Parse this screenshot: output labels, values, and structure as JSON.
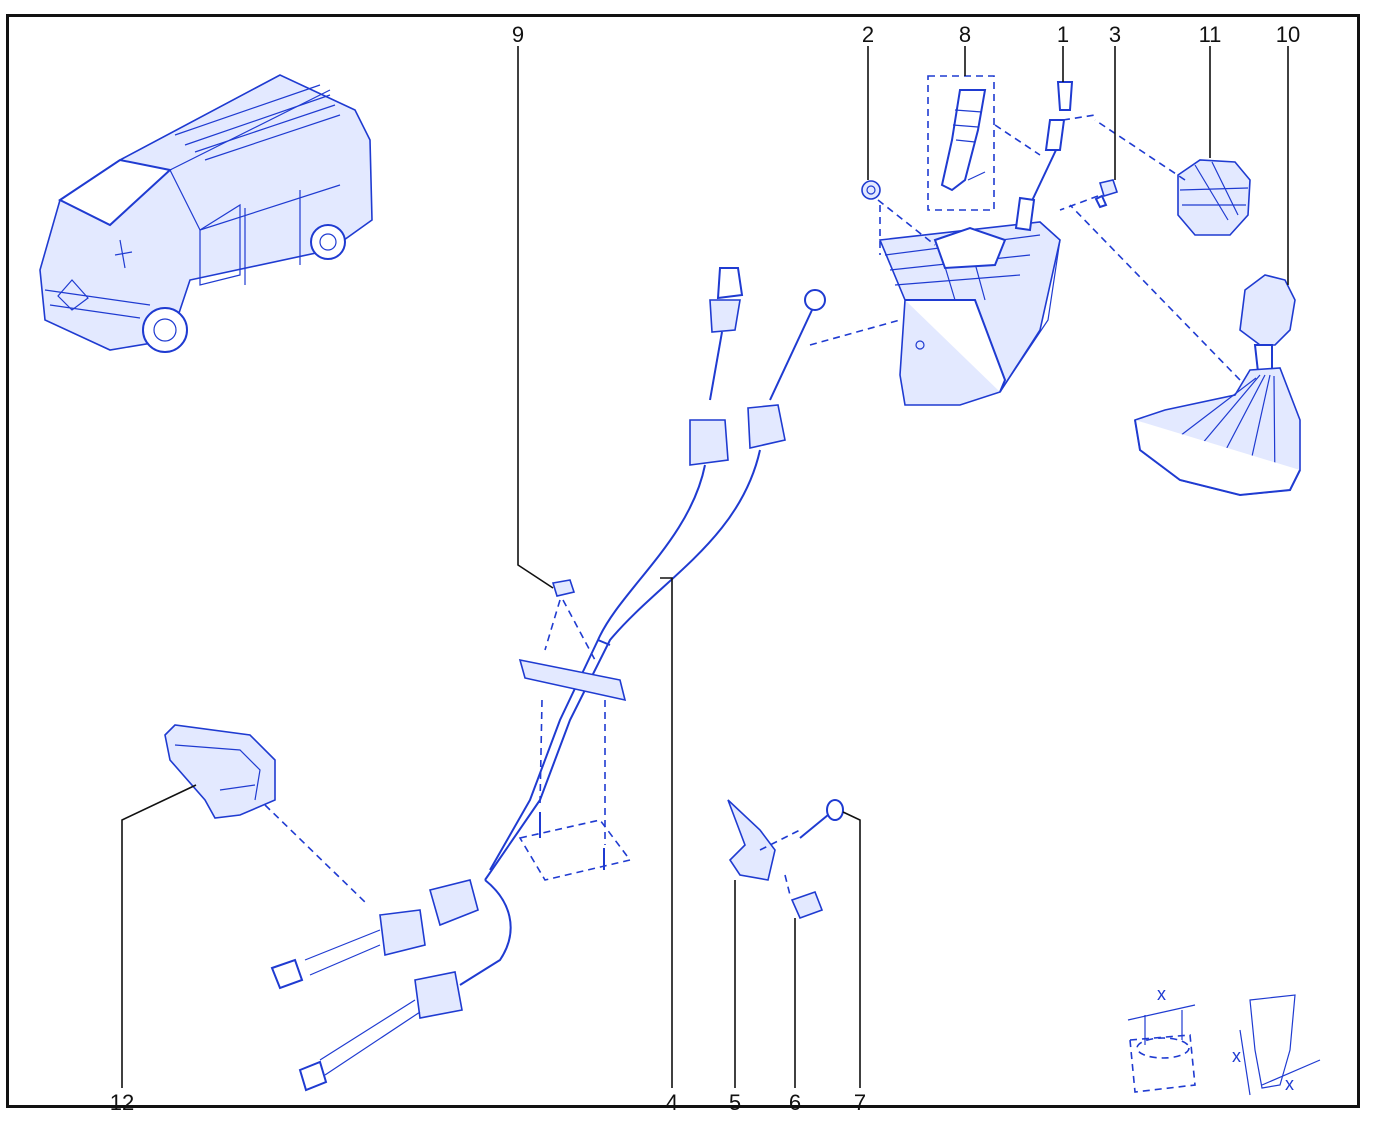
{
  "diagram": {
    "line_color": "#1f3bd1",
    "fill_color": "#e3e9ff",
    "callouts": [
      {
        "id": "c1",
        "label": "1"
      },
      {
        "id": "c2",
        "label": "2"
      },
      {
        "id": "c3",
        "label": "3"
      },
      {
        "id": "c4",
        "label": "4"
      },
      {
        "id": "c5",
        "label": "5"
      },
      {
        "id": "c6",
        "label": "6"
      },
      {
        "id": "c7",
        "label": "7"
      },
      {
        "id": "c8",
        "label": "8"
      },
      {
        "id": "c9",
        "label": "9"
      },
      {
        "id": "c10",
        "label": "10"
      },
      {
        "id": "c11",
        "label": "11"
      },
      {
        "id": "c12",
        "label": "12"
      }
    ],
    "torque_symbols": {
      "nut_dimension_label": "x",
      "bolt_length_label": "x",
      "bolt_diameter_label": "x"
    }
  }
}
